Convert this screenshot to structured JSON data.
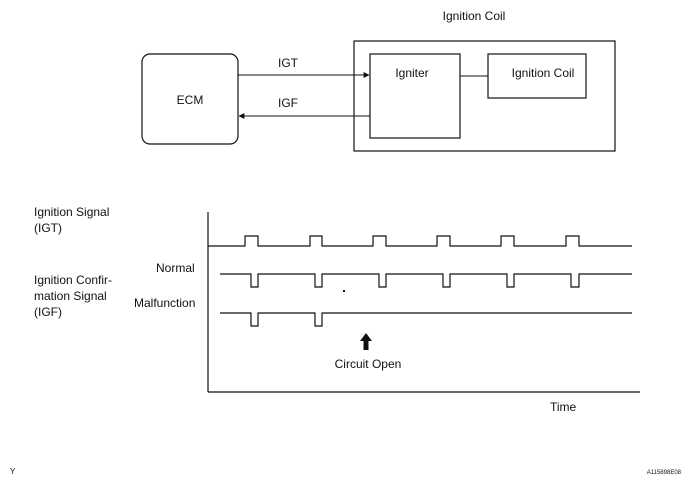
{
  "block_diagram": {
    "outer_title": "Ignition Coil",
    "ecm_label": "ECM",
    "igniter_label": "Igniter",
    "coil_label": "Ignition Coil",
    "igt_label": "IGT",
    "igf_label": "IGF"
  },
  "timing_chart": {
    "igt_title_line1": "Ignition Signal",
    "igt_title_line2": "(IGT)",
    "igf_title_line1": "Ignition Confir-",
    "igf_title_line2": "mation Signal",
    "igf_title_line3": "(IGF)",
    "normal_label": "Normal",
    "malfunction_label": "Malfunction",
    "circuit_open_label": "Circuit Open",
    "time_label": "Time"
  },
  "footer": {
    "left_code": "Y",
    "right_code": "A115898E08"
  },
  "colors": {
    "line": "#111111",
    "background": "#ffffff"
  }
}
